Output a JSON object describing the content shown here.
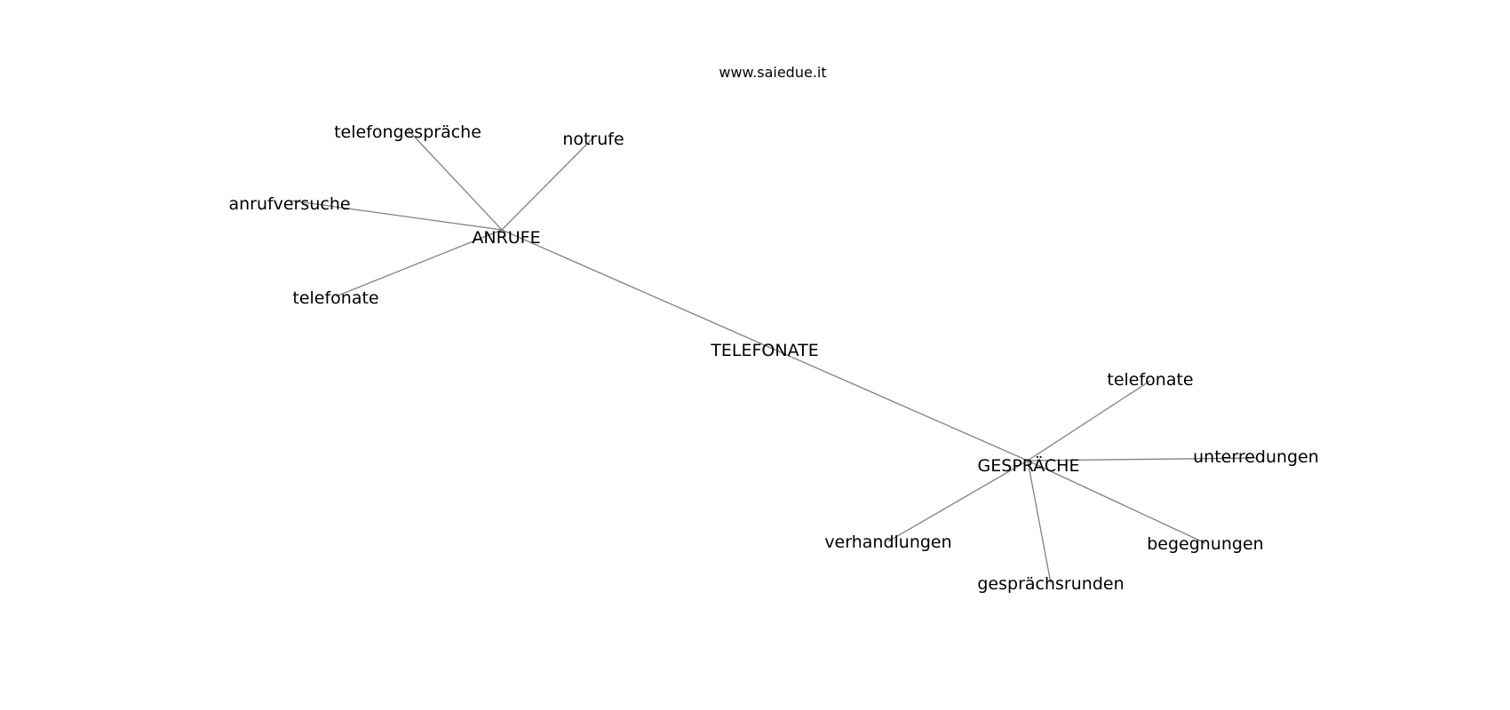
{
  "watermark": "www.saiedue.it",
  "colors": {
    "edge": "#808080",
    "text": "#000000",
    "background": "#ffffff"
  },
  "nodes": [
    {
      "id": "telefonate_root",
      "label": "TELEFONATE"
    },
    {
      "id": "anrufe",
      "label": "ANRUFE"
    },
    {
      "id": "gesprache",
      "label": "GESPRÄCHE"
    },
    {
      "id": "telefongesprache",
      "label": "telefongespräche"
    },
    {
      "id": "notrufe",
      "label": "notrufe"
    },
    {
      "id": "anrufversuche",
      "label": "anrufversuche"
    },
    {
      "id": "telefonate_a",
      "label": "telefonate"
    },
    {
      "id": "telefonate_g",
      "label": "telefonate"
    },
    {
      "id": "unterredungen",
      "label": "unterredungen"
    },
    {
      "id": "begegnungen",
      "label": "begegnungen"
    },
    {
      "id": "gesprachsrunden",
      "label": "gesprächsrunden"
    },
    {
      "id": "verhandlungen",
      "label": "verhandlungen"
    }
  ],
  "edges": [
    [
      "anrufe",
      "gesprache"
    ],
    [
      "anrufe",
      "telefongesprache"
    ],
    [
      "anrufe",
      "notrufe"
    ],
    [
      "anrufe",
      "anrufversuche"
    ],
    [
      "anrufe",
      "telefonate_a"
    ],
    [
      "gesprache",
      "telefonate_g"
    ],
    [
      "gesprache",
      "unterredungen"
    ],
    [
      "gesprache",
      "begegnungen"
    ],
    [
      "gesprache",
      "gesprachsrunden"
    ],
    [
      "gesprache",
      "verhandlungen"
    ]
  ]
}
